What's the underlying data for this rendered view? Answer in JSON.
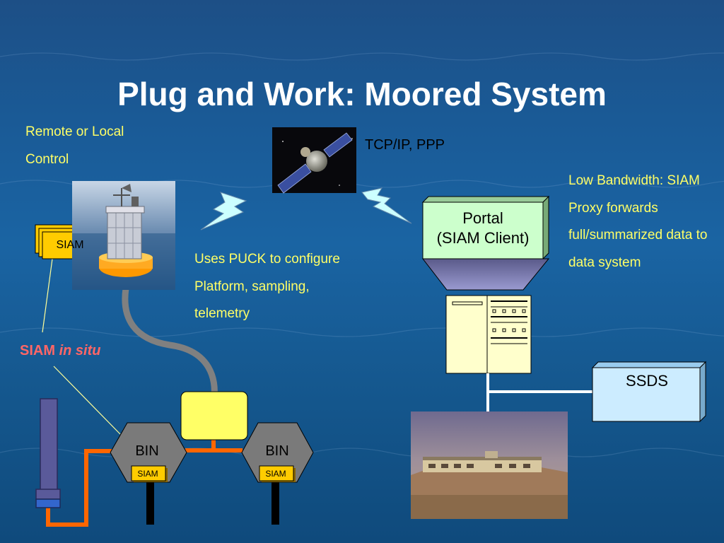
{
  "slide": {
    "title": "Plug and Work: Moored System",
    "remote_control": "Remote or Local Control",
    "tcpip": "TCP/IP, PPP",
    "puck": "Uses PUCK to configure Platform, sampling, telemetry",
    "low_bandwidth": "Low Bandwidth: SIAM Proxy forwards full/summarized data to data system",
    "siam_in_situ": {
      "prefix": "SIAM ",
      "emphasis": "in situ"
    },
    "portal": {
      "line1": "Portal",
      "line2": "(SIAM Client)"
    },
    "ssds": "SSDS",
    "bins": [
      "BIN",
      "BIN"
    ],
    "siam_tags": [
      "SIAM",
      "SIAM"
    ],
    "siam_main": "SIAM"
  },
  "colors": {
    "background": "#1a5a96",
    "title": "#ffffff",
    "annotation": "#ffff66",
    "siam_in_situ": "#ff6666",
    "portal_fill": "#ccffcc",
    "ssds_fill": "#ccecff",
    "siam_fill": "#ffcc00",
    "bin_fill": "#7a7a7a",
    "node_fill": "#ffff66",
    "cable_orange": "#ff6600",
    "cable_gray": "#808080",
    "server_fill": "#ffffcc",
    "lightning_fill": "#ccffff"
  },
  "icons": [
    "satellite-photo",
    "buoy-photo",
    "shore-station-photo",
    "lightning-bolt-icon",
    "server-icon"
  ]
}
